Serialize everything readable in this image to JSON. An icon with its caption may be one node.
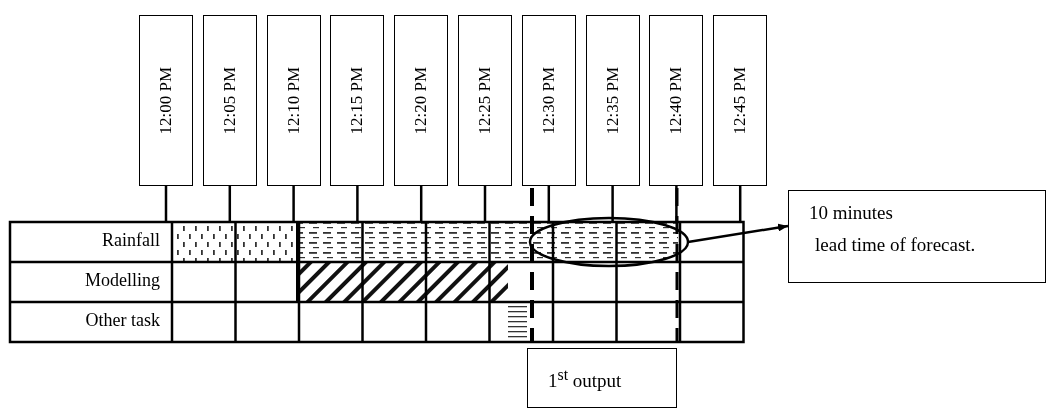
{
  "diagram": {
    "nodes": [
      {
        "text": [
          "12:00 PM"
        ]
      },
      {
        "text": [
          "12:05 PM"
        ]
      },
      {
        "text": [
          "12:10 PM"
        ]
      },
      {
        "text": [
          "12:15 PM"
        ]
      },
      {
        "text": [
          "12:20 PM"
        ]
      },
      {
        "text": [
          "12:25 PM"
        ]
      },
      {
        "text": [
          "12:30 PM"
        ]
      },
      {
        "text": [
          "12:35 PM"
        ]
      },
      {
        "text": [
          "12:40 PM"
        ]
      },
      {
        "text": [
          "12:45 PM"
        ]
      },
      {
        "text": [],
        "shape": "ellipse"
      },
      {
        "text": [
          "10 minutes",
          "lead time of forecast."
        ]
      },
      {
        "text": [
          "1$^{st}$ output"
        ]
      }
    ],
    "edges": [
      {
        "from": 10,
        "to": 11,
        "arrow": "to"
      }
    ],
    "labels": [
      "Rainfall",
      "Modelling",
      "Other task"
    ]
  }
}
